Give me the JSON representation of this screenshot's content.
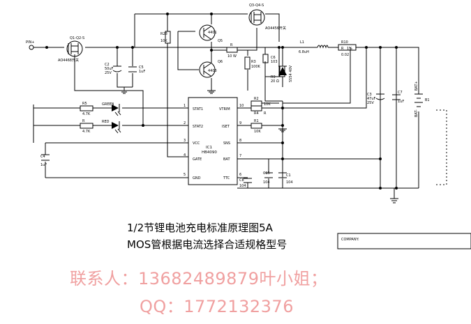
{
  "diagram": {
    "pin_label": "PIN+",
    "q1_label": "Q1-Q2-S",
    "q1_part": "AO4468开关",
    "q3_label": "Q3-Q4-S",
    "q3_part": "AO4456开关",
    "r28_name": "R28",
    "r28_val": "10K",
    "q5_label": "Q5",
    "q5_part": "4401",
    "q6_label": "Q6",
    "q6_part": "4403",
    "r_mid_name": "R",
    "r_mid_val": "10 W",
    "r3_name": "R3",
    "r3_val": "100K",
    "c2_name": "C2",
    "c2_val": "50uF",
    "c2_volt": "25V",
    "c5_name": "C5",
    "c5_val": "1uF",
    "c6_name": "C6",
    "c6_val": "103",
    "r9_name": "R9",
    "r9_val": "20 Ω",
    "d_part": "SS54 40V",
    "l1_name": "L1",
    "l1_val": "6.8uH",
    "r10_name": "R10",
    "r10_val": "0.02",
    "r_l_name": "R",
    "r_l_val": "1%",
    "c3_name": "C3",
    "c3_val": "47uF",
    "c3_volt": "25V",
    "c7_name": "C7",
    "c7_val": "1uF",
    "bat_plus": "BAT+",
    "bat_minus": "BAT-",
    "b1": "B1",
    "r5_name": "R5",
    "r5_val": "4.7K",
    "r6_name": "R",
    "r6_val": "4.7K",
    "green": "GREEN",
    "red": "RED",
    "c4_name": "C4",
    "c4_val": "1uF",
    "r2_name": "R2",
    "r2_val": "10K",
    "r4_name": "R4",
    "r4_val": "R",
    "r1_name": "R1",
    "r1_val": "10K",
    "c15_name": "C15",
    "c15_val": "104",
    "c8_name": "C8",
    "c8_val": "104",
    "c1_name": "C1",
    "c1_val": "104",
    "ic_ref": "IC1",
    "ic_part": "HB4090",
    "pins": [
      {
        "num": "1",
        "name": "STAT1"
      },
      {
        "num": "2",
        "name": "STAT2"
      },
      {
        "num": "3",
        "name": "VCC"
      },
      {
        "num": "4",
        "name": "GATE"
      },
      {
        "num": "5",
        "name": "GND"
      },
      {
        "num": "10",
        "name": "VTRIM"
      },
      {
        "num": "9",
        "name": "ISET"
      },
      {
        "num": "8",
        "name": "SNS"
      },
      {
        "num": "7",
        "name": "BAT"
      },
      {
        "num": "6",
        "name": "TTC"
      }
    ],
    "company_label": "COMPANY:"
  },
  "captions": {
    "line1": "1/2节锂电池充电标准原理图5A",
    "line2": "MOS管根据电流选择合适规格型号"
  },
  "contact": {
    "line1": "联系人：13682489879叶小姐；",
    "line2": "QQ：1772132376"
  }
}
